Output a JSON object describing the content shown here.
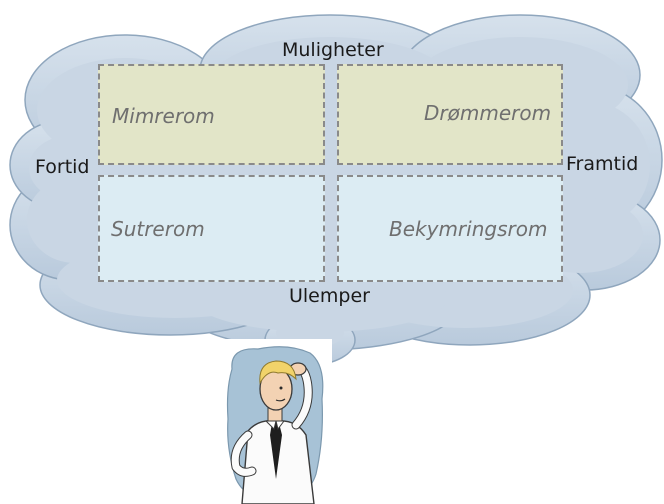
{
  "diagram": {
    "axes": {
      "top": "Muligheter",
      "bottom": "Ulemper",
      "left": "Fortid",
      "right": "Framtid"
    },
    "quadrants": [
      {
        "id": "past-possibilities",
        "label": "Mimrerom",
        "color": "#e2e5c8"
      },
      {
        "id": "future-possibilities",
        "label": "Drømmerom",
        "color": "#e2e5c8"
      },
      {
        "id": "past-drawbacks",
        "label": "Sutrerom",
        "color": "#dcecf3"
      },
      {
        "id": "future-drawbacks",
        "label": "Bekymringsrom",
        "color": "#dcecf3"
      }
    ]
  },
  "colors": {
    "cloud_fill": "#c4d3e2",
    "cloud_stroke": "#8fa6bd",
    "quad_border": "#8a8a8a",
    "text": "#1a1a1a",
    "quad_text": "#6f6f6f"
  },
  "illustration": {
    "icon": "thinking-person-icon"
  }
}
